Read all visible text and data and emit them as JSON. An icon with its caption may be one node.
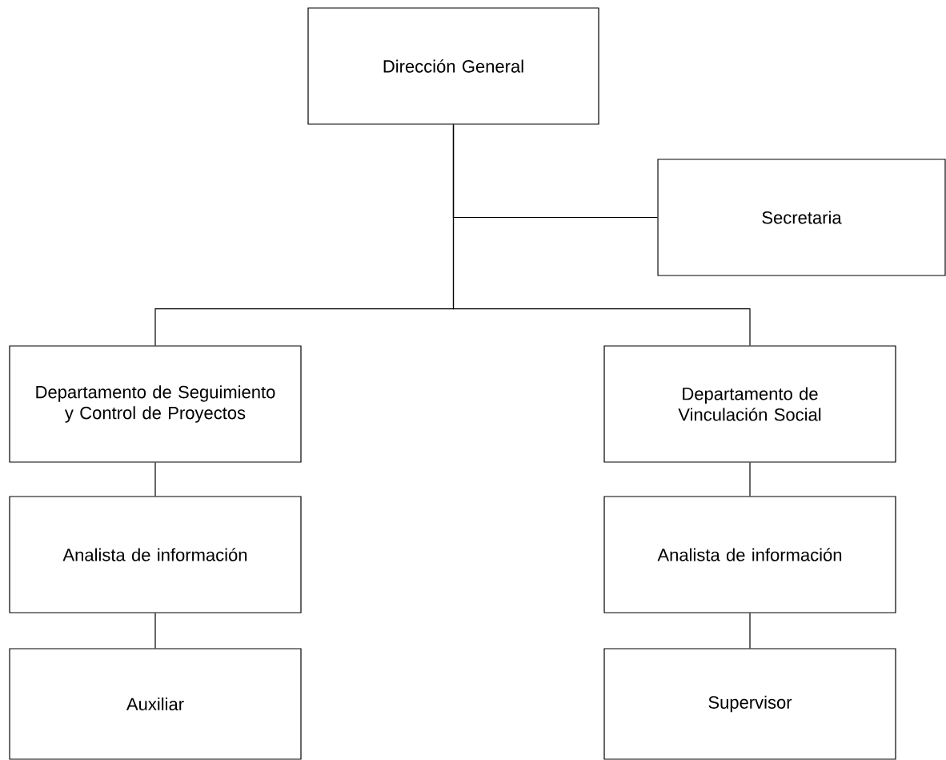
{
  "diagram": {
    "nodes": [
      {
        "text": [
          "Dirección General"
        ]
      },
      {
        "text": [
          "Secretaria"
        ]
      },
      {
        "text": [
          "Departamento de Seguimiento y Control de Proyectos"
        ]
      },
      {
        "text": [
          "Departamento de Vinculación Social"
        ]
      },
      {
        "text": [
          "Analista de información"
        ]
      },
      {
        "text": [
          "Analista de información"
        ]
      },
      {
        "text": [
          "Auxiliar"
        ]
      },
      {
        "text": [
          "Supervisor"
        ]
      }
    ],
    "edges": [
      {
        "from": 0,
        "to": 1,
        "arrow": "none"
      },
      {
        "from": 0,
        "to": 2,
        "arrow": "none"
      },
      {
        "from": 0,
        "to": 3,
        "arrow": "none"
      },
      {
        "from": 2,
        "to": 4,
        "arrow": "none"
      },
      {
        "from": 4,
        "to": 6,
        "arrow": "none"
      },
      {
        "from": 3,
        "to": 5,
        "arrow": "none"
      },
      {
        "from": 5,
        "to": 7,
        "arrow": "none"
      }
    ]
  }
}
